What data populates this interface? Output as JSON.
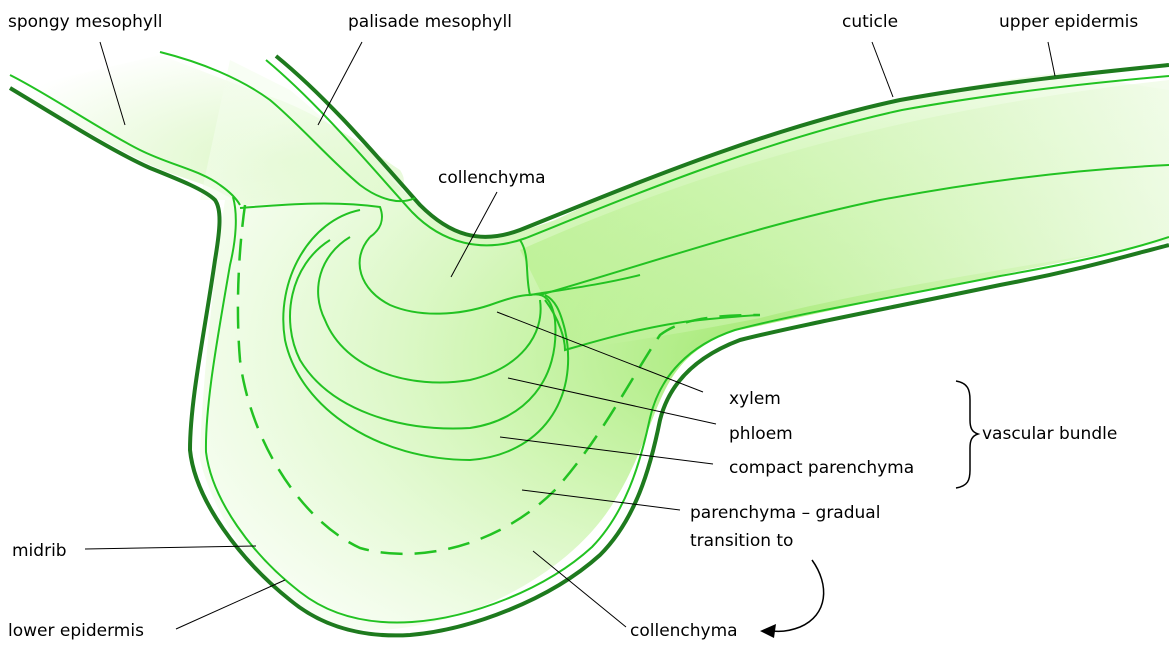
{
  "colors": {
    "dark_green": "#1e7a1e",
    "bright_green": "#22c222",
    "fill_green": "#a8ec7c",
    "leader_line": "#000000"
  },
  "labels": {
    "spongy_mesophyll": "spongy mesophyll",
    "palisade_mesophyll": "palisade mesophyll",
    "cuticle": "cuticle",
    "upper_epidermis": "upper epidermis",
    "collenchyma_top": "collenchyma",
    "xylem": "xylem",
    "phloem": "phloem",
    "compact_parenchyma": "compact parenchyma",
    "vascular_bundle": "vascular bundle",
    "parenchyma_line1": "parenchyma – gradual",
    "parenchyma_line2": "transition to",
    "midrib": "midrib",
    "lower_epidermis": "lower epidermis",
    "collenchyma_bottom": "collenchyma"
  }
}
